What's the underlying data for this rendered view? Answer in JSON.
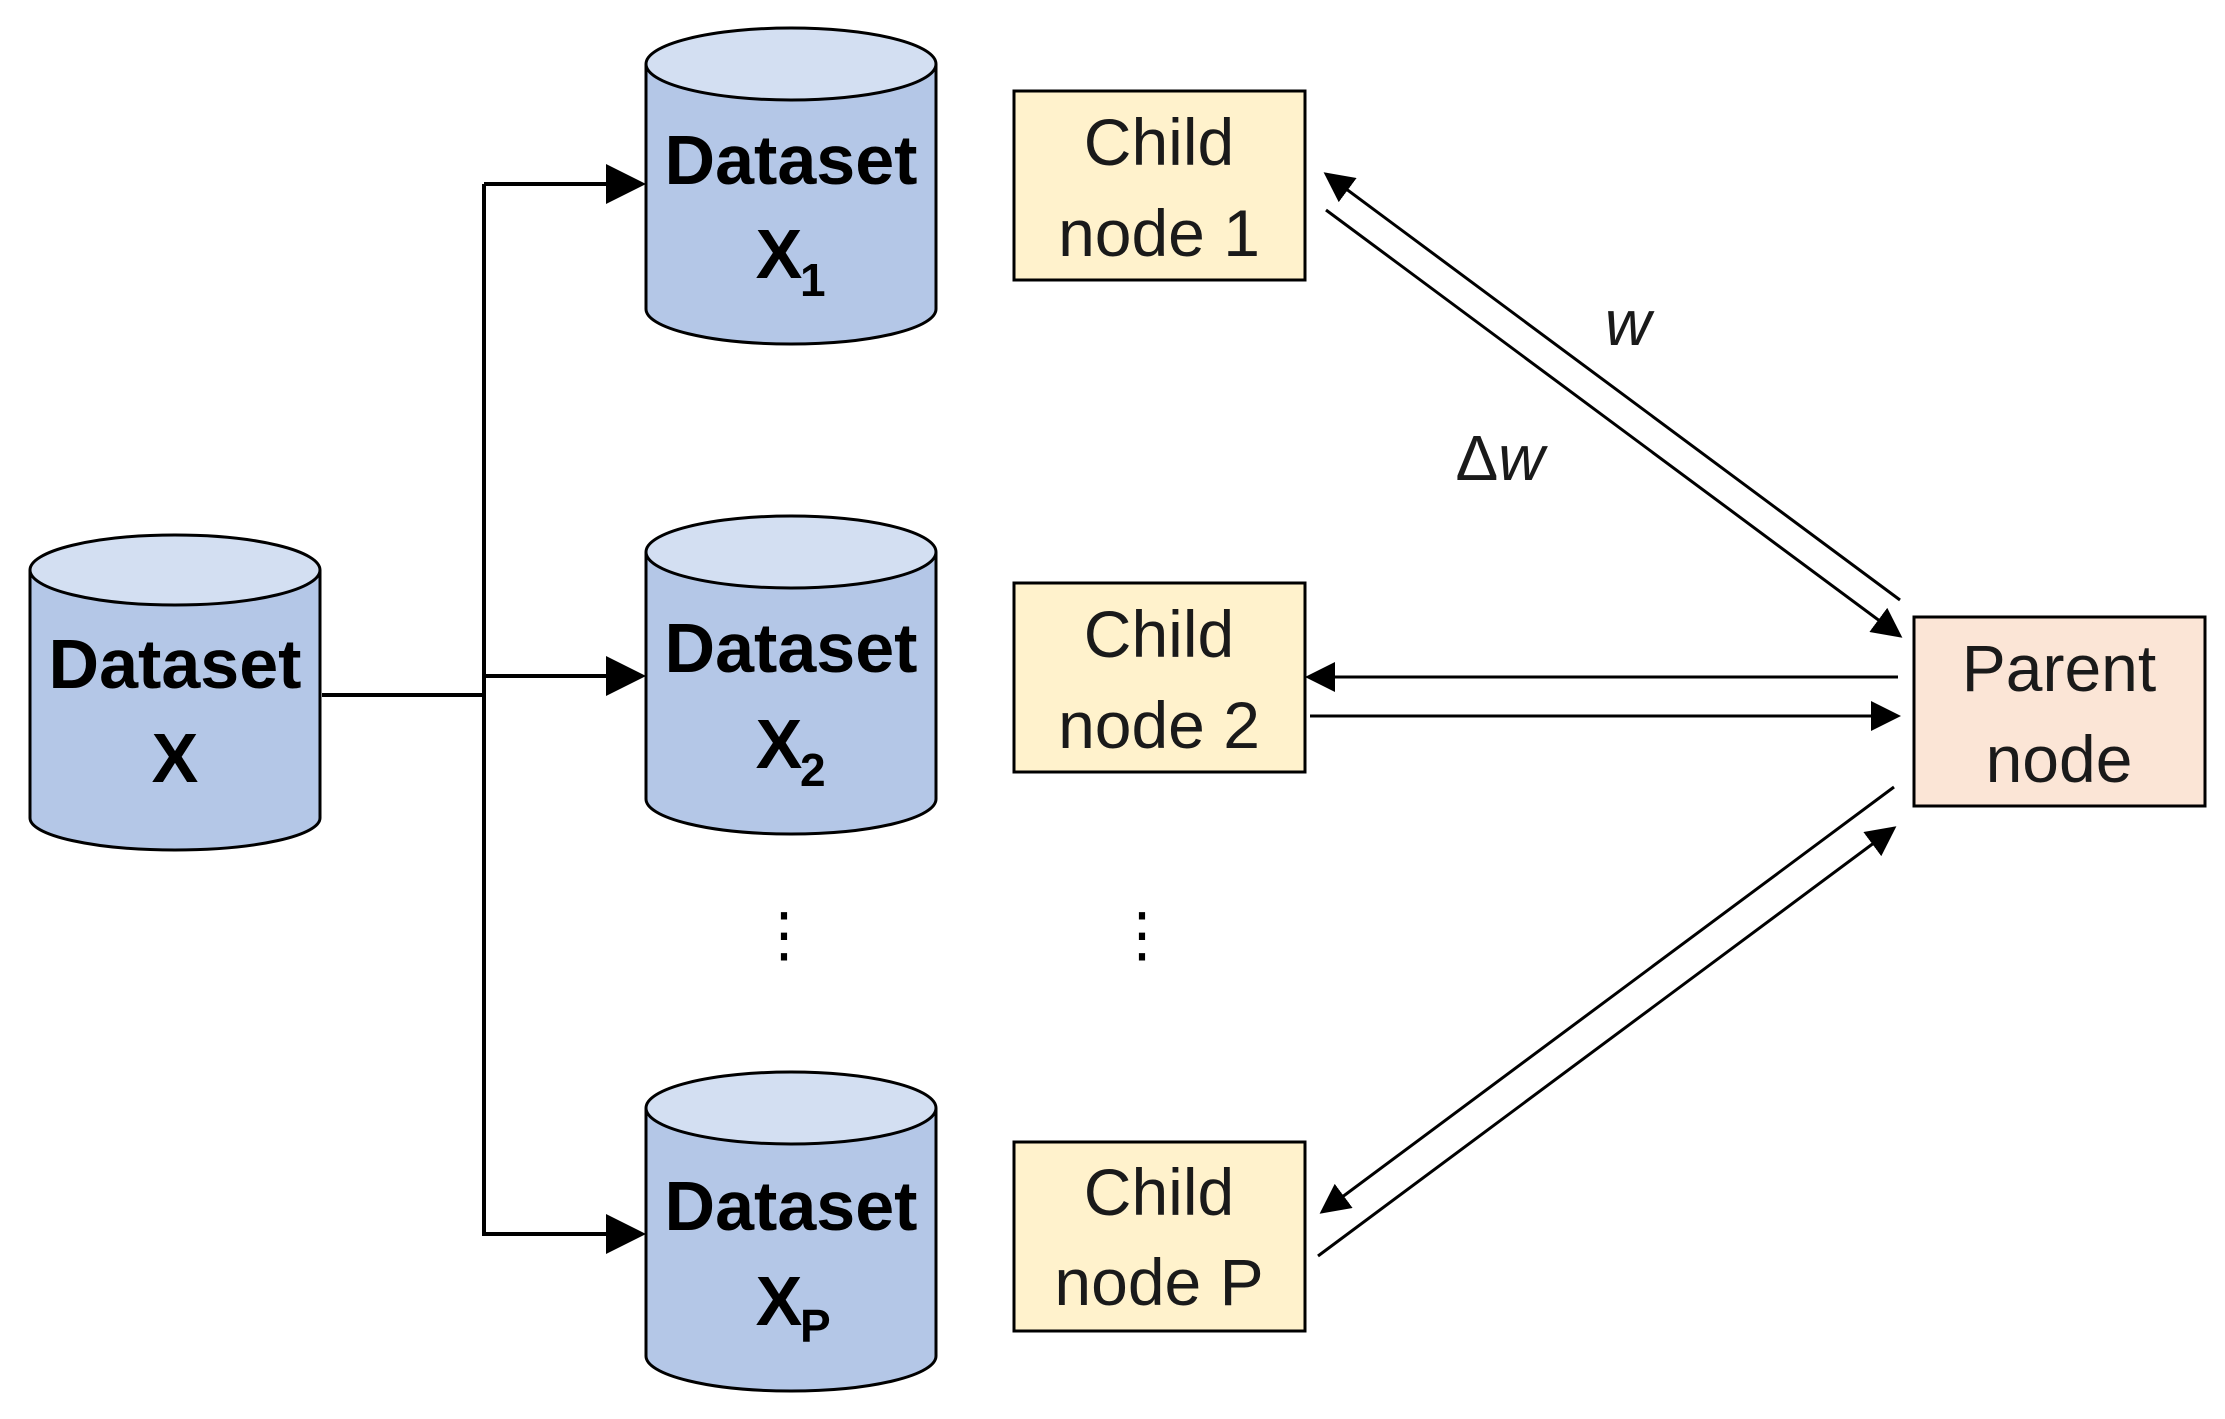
{
  "colors": {
    "cylinder_fill": "#b4c7e7",
    "cylinder_top": "#d3dff2",
    "child_fill": "#fff2cc",
    "parent_fill": "#fbe5d6",
    "stroke": "#000000"
  },
  "datasets": {
    "source": {
      "line1": "Dataset",
      "line2": "X",
      "sub": ""
    },
    "x1": {
      "line1": "Dataset",
      "line2": "X",
      "sub": "1"
    },
    "x2": {
      "line1": "Dataset",
      "line2": "X",
      "sub": "2"
    },
    "xp": {
      "line1": "Dataset",
      "line2": "X",
      "sub": "P"
    }
  },
  "children": {
    "c1": {
      "line1": "Child",
      "line2": "node 1"
    },
    "c2": {
      "line1": "Child",
      "line2": "node 2"
    },
    "cp": {
      "line1": "Child",
      "line2": "node P"
    }
  },
  "parent": {
    "line1": "Parent",
    "line2": "node"
  },
  "labels": {
    "weights": "w",
    "delta_prefix": "Δ",
    "delta_var": "w"
  },
  "ellipsis": "⋮"
}
